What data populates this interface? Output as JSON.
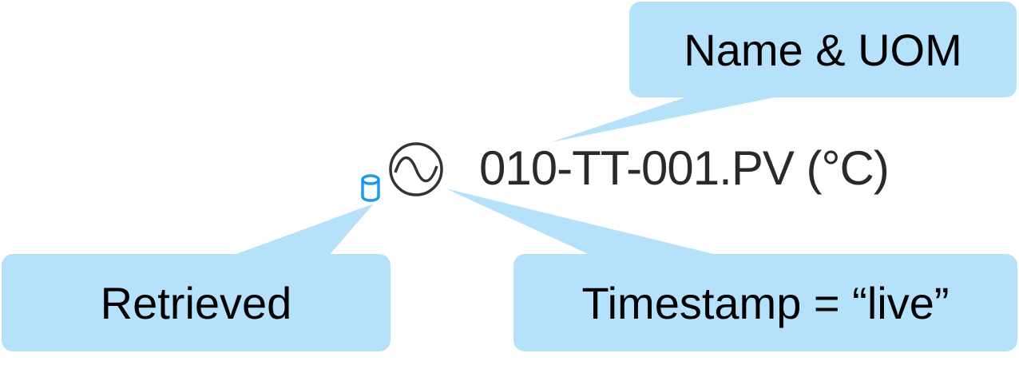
{
  "tag": {
    "label": "010-TT-001.PV (°C)",
    "live_icon": "sine-wave-circle-icon",
    "retrieved_icon": "database-icon",
    "retrieved_icon_color": "#1e9be8"
  },
  "callouts": {
    "name_uom": "Name & UOM",
    "retrieved": "Retrieved",
    "timestamp": "Timestamp = “live”",
    "fill_color": "#b5e1fb"
  }
}
